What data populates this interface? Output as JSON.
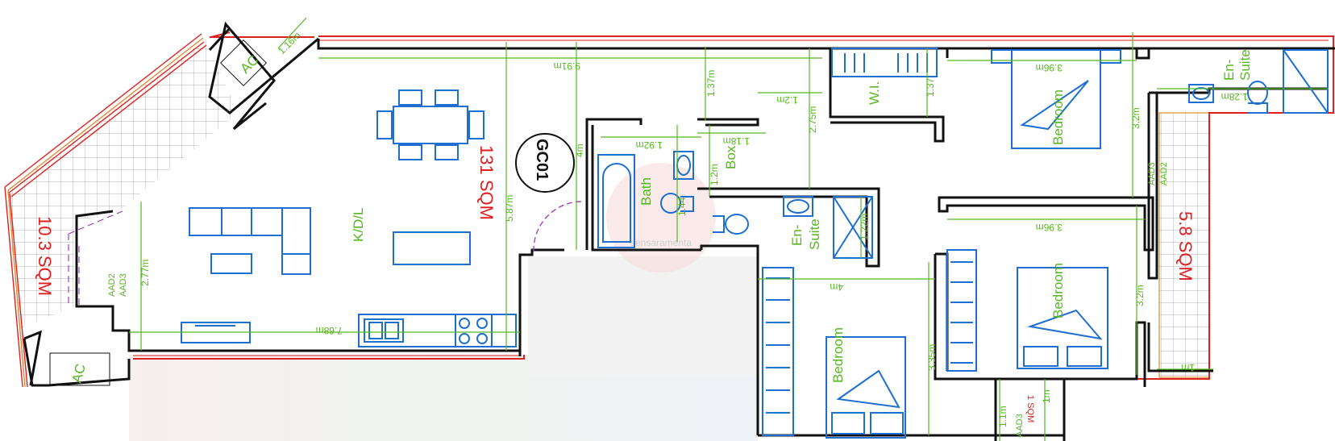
{
  "colors": {
    "wall": "#111111",
    "boundary": "#e02020",
    "dimension": "#55b820",
    "furniture": "#1f6fd1",
    "hatch": "#9a9a9a",
    "door": "#a040c0",
    "mask": "#f2f2f2"
  },
  "watermark": "sensaramenta",
  "unit_code": "GC01",
  "areas": {
    "main": "131 SQM",
    "left_terrace": "10.3 SQM",
    "right_terrace": "5.8 SQM",
    "small_yard": "1 SQM"
  },
  "rooms": {
    "kdl": "K/D/L",
    "bath": "Bath",
    "box": "Box",
    "en_suite_center_1": "En-",
    "en_suite_center_2": "Suite",
    "en_suite_top_1": "En-",
    "en_suite_top_2": "Suite",
    "wi": "W.I.",
    "bedroom_top": "Bedroom",
    "bedroom_mid": "Bedroom",
    "bedroom_bottom": "Bedroom",
    "ac_top": "AC",
    "ac_bottom": "AC"
  },
  "codes": {
    "aad2_left": "AAD2",
    "aad3_left": "AAD3",
    "aad3_right": "AAD3",
    "aad2_right": "AAD2",
    "aad3_bottom": "AAD3"
  },
  "dims": {
    "d_991": "9.91m",
    "d_116": "1.16m",
    "d_137a": "1.37m",
    "d_12a": "1.2m",
    "d_275": "2.75m",
    "d_137b": "1.37",
    "d_396a": "3.96m",
    "d_32a": "3.2m",
    "d_28": "1.28m",
    "d_192": "1.92m",
    "d_118": "1.18m",
    "d_12b": "1.2m",
    "d_144": "1.44",
    "d_587": "5.87m",
    "d_4a": "4m",
    "d_277": "2.77m",
    "d_768": "7.68m",
    "d_122": "1.22m",
    "d_4b": "4m",
    "d_396b": "3.96m",
    "d_32b": "3.2m",
    "d_335": "3.35m",
    "d_11": "1.1m",
    "d_1a": "1m",
    "d_1b": "1m"
  }
}
